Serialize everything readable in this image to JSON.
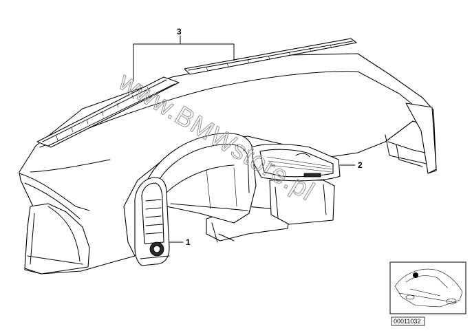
{
  "callouts": {
    "part_1": "1",
    "part_2": "2",
    "part_3": "3"
  },
  "watermark": "www.BMWstore.pl",
  "diagram_id": "00011032",
  "colors": {
    "line": "#000000",
    "background": "#ffffff",
    "watermark": "#9a9a9a"
  }
}
